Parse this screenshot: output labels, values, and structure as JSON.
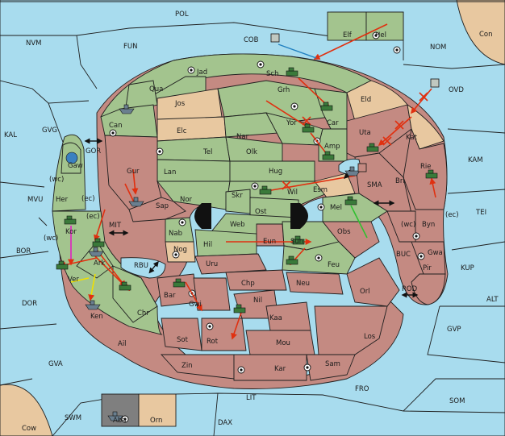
{
  "map": {
    "colors": {
      "sea": "#a8dcee",
      "green_power": "#a3c48e",
      "red_power": "#c48a82",
      "neutral_land": "#e8c8a0",
      "grey_power": "#7f7f7f",
      "order_move": "#e03010",
      "order_support_green": "#30c030",
      "order_support_yellow": "#f0e000",
      "order_convoy_magenta": "#e020c0",
      "order_blue_line": "#2080c0"
    },
    "icons": [
      "army-icon",
      "fleet-icon",
      "supply-center-icon",
      "move-order-arrow",
      "failed-order-cross",
      "retreat-double-arrow"
    ],
    "sea_labels": [
      "POL",
      "NVM",
      "FUN",
      "COB",
      "NOM",
      "OVD",
      "KAL",
      "GVG",
      "GOR",
      "MVU",
      "BOR",
      "DOR",
      "GVA",
      "SWM",
      "DAX",
      "LIT",
      "FRO",
      "SOM",
      "GVP",
      "ALT",
      "KUP",
      "TEI",
      "KAM",
      "BUC",
      "ROD",
      "MIT",
      "RBU",
      "SMA",
      "Con",
      "Cow"
    ],
    "land_labels": [
      "Elf",
      "Hel",
      "Jad",
      "Sch",
      "Qua",
      "Jos",
      "Can",
      "Grh",
      "Car",
      "Eld",
      "Elc",
      "Nar",
      "Yor",
      "Uta",
      "Kat",
      "Tel",
      "Olk",
      "Amp",
      "Lan",
      "Hug",
      "Rie",
      "Gur",
      "Nor",
      "Skr",
      "Ost",
      "Wil",
      "Esm",
      "Bri",
      "Gaw",
      "Her",
      "(wc)",
      "(ec)",
      "Sap",
      "Web",
      "Mel",
      "Byn",
      "(ec)",
      "(wc)",
      "Kor",
      "(ec)",
      "Nab",
      "Eun",
      "Sun",
      "Obs",
      "Gwa",
      "Ark",
      "Nog",
      "Hil",
      "Feu",
      "Pir",
      "Uru",
      "Ver",
      "Chp",
      "Neu",
      "Chr",
      "Bar",
      "Gwi",
      "Nil",
      "Orl",
      "Ken",
      "Kaa",
      "Ail",
      "Sot",
      "Rot",
      "Mou",
      "Los",
      "Zin",
      "Kar",
      "Sam",
      "Aba",
      "Orn",
      "(wc)"
    ]
  }
}
